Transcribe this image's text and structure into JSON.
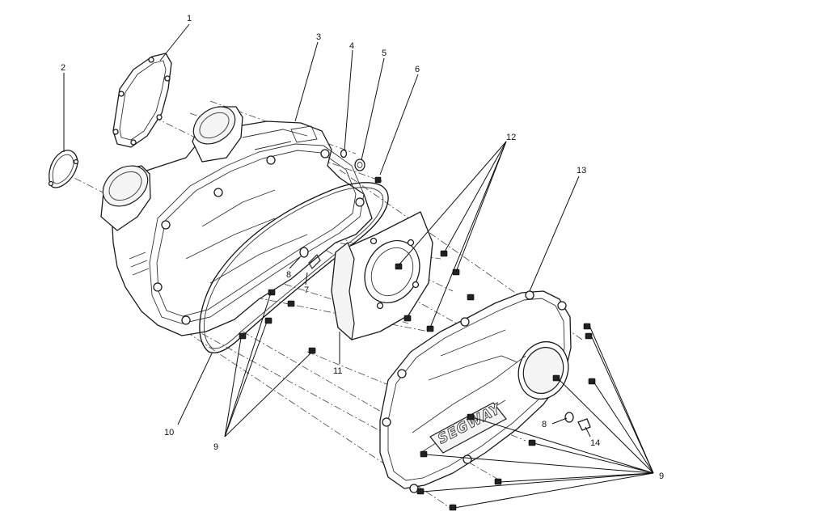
{
  "callouts": {
    "c1": "1",
    "c2": "2",
    "c3": "3",
    "c4": "4",
    "c5": "5",
    "c6": "6",
    "c7": "7",
    "c8a": "8",
    "c8b": "8",
    "c9a": "9",
    "c9b": "9",
    "c10": "10",
    "c11": "11",
    "c12": "12",
    "c13": "13",
    "c14": "14"
  },
  "cover_logo": "SEGWAY"
}
